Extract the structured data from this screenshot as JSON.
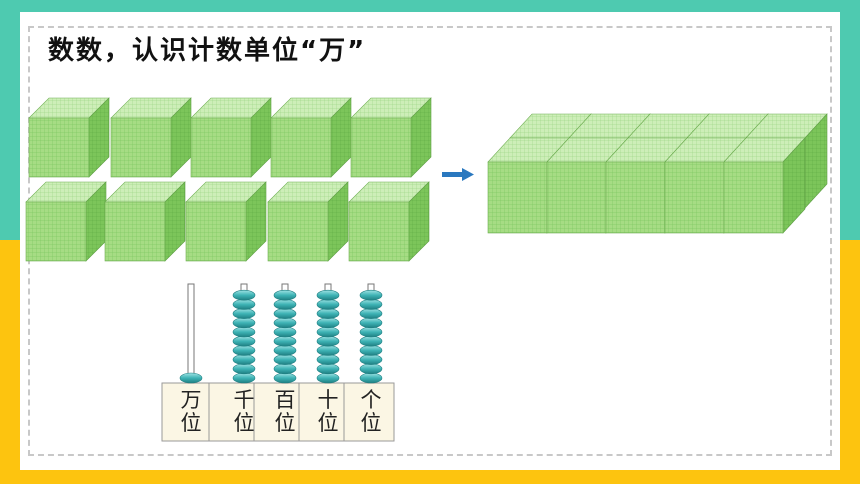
{
  "title": "数数，认识计数单位“万”",
  "abacus": {
    "places": [
      {
        "line1": "万",
        "line2": "位",
        "beads": 1
      },
      {
        "line1": "千",
        "line2": "位",
        "beads": 10
      },
      {
        "line1": "百",
        "line2": "位",
        "beads": 10
      },
      {
        "line1": "十",
        "line2": "位",
        "beads": 10
      },
      {
        "line1": "个",
        "line2": "位",
        "beads": 10
      }
    ]
  },
  "cube_count": 10,
  "colors": {
    "teal": "#4ecab0",
    "yellow": "#fdc40f",
    "cube_front": "#a6dc84",
    "cube_top": "#cdeeb8",
    "cube_side": "#7cc55a",
    "arrow": "#2a78bf",
    "bead": "#3eb3b5"
  }
}
